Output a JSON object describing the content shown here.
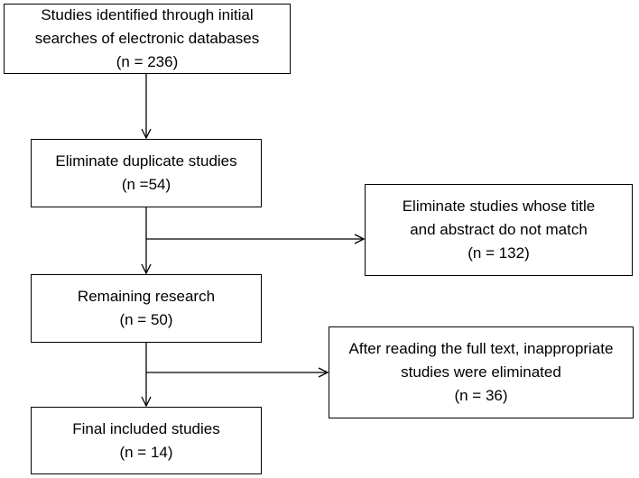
{
  "flowchart": {
    "identified": {
      "line1": "Studies identified through initial",
      "line2": "searches of electronic databases",
      "count": "(n = 236)"
    },
    "duplicates": {
      "line1": "Eliminate duplicate studies",
      "count": "(n =54)"
    },
    "title_abstract": {
      "line1": "Eliminate studies whose title",
      "line2": "and abstract do not match",
      "count": "(n = 132)"
    },
    "remaining": {
      "line1": "Remaining research",
      "count": "(n = 50)"
    },
    "full_text": {
      "line1": "After reading the full text, inappropriate",
      "line2": "studies were eliminated",
      "count": "(n = 36)"
    },
    "final": {
      "line1": "Final included studies",
      "count": "(n = 14)"
    }
  },
  "colors": {
    "stroke": "#000000",
    "background": "#ffffff"
  }
}
